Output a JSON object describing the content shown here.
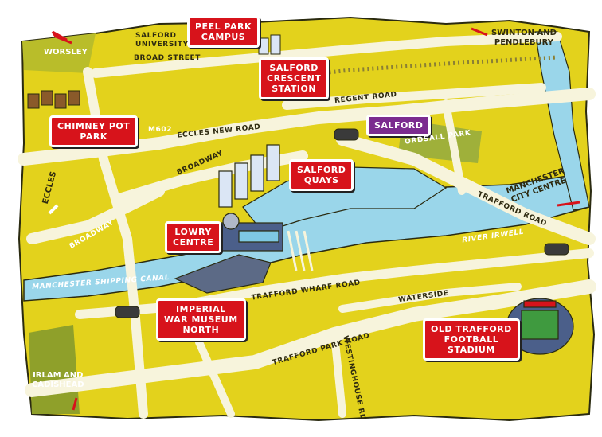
{
  "colors": {
    "land": "#e3d21c",
    "road": "#f7f4dc",
    "water": "#9ad6ea",
    "label_red": "#d7131b",
    "label_purple": "#7b2b8f",
    "green": "#8fa02a"
  },
  "places": {
    "peel_park": "PEEL PARK\nCAMPUS",
    "crescent": "SALFORD\nCRESCENT\nSTATION",
    "chimney": "CHIMNEY POT\nPARK",
    "salford": "SALFORD",
    "quays": "SALFORD\nQUAYS",
    "lowry": "LOWRY\nCENTRE",
    "imperial": "IMPERIAL\nWAR MUSEUM\nNORTH",
    "old_trafford": "OLD TRAFFORD\nFOOTBALL\nSTADIUM"
  },
  "destinations": {
    "worsley": "WORSLEY",
    "swinton": "SWINTON AND\nPENDLEBURY",
    "manchester": "MANCHESTER\nCITY CENTRE",
    "eccles": "ECCLES",
    "irlam": "IRLAM AND\nCADISHEAD"
  },
  "roads": {
    "salford_university": "SALFORD\nUNIVERSITY",
    "broad_street": "BROAD STREET",
    "regent_road": "REGENT ROAD",
    "m602": "M602",
    "eccles_new_road": "ECCLES NEW ROAD",
    "broadway_north": "BROADWAY",
    "broadway_west": "BROADWAY",
    "ordsall_park": "ORDSALL PARK",
    "trafford_road": "TRAFFORD ROAD",
    "river_irwell": "RIVER IRWELL",
    "ship_canal": "MANCHESTER SHIPPING CANAL",
    "trafford_wharf": "TRAFFORD WHARF ROAD",
    "waterside": "WATERSIDE",
    "trafford_park": "TRAFFORD PARK ROAD",
    "westinghouse": "WESTINGHOUSE RD"
  }
}
